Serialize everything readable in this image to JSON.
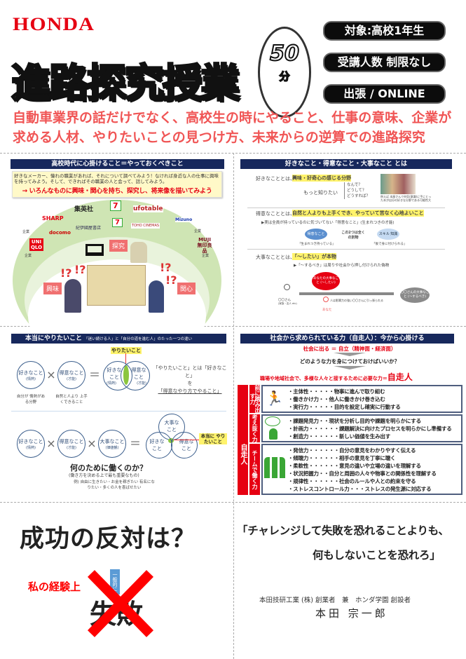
{
  "header": {
    "brand": "HONDA",
    "title": "進路探究授業",
    "duration_number": "50",
    "duration_unit": "分",
    "pills": [
      "対象:高校1年生",
      "受講人数 制限なし",
      "出張 / ONLINE"
    ],
    "lead": "自動車業界の話だけでなく、高校生の時にやること、仕事の意味、企業が求める人材、やりたいことの見つけ方、未来からの逆算での進路探究"
  },
  "panel1": {
    "heading": "高校時代に心掛けること＝やっておくべきこと",
    "intro": "好きなメーカー、憧れの職業があれば、それについて調べてみよう！なければ身近な人の仕事に興味を持ってみよう。そして、できればその職業の人と会って、話してみよう。",
    "arrow_text": "→ いろんなものに興味・関心を持ち、探究し、将来像を描いてみよう",
    "logos": [
      "集英社",
      "7",
      "ufotable",
      "SHARP",
      "紀伊國屋書店",
      "TOHO CINEMAS",
      "Mizuno",
      "docomo",
      "UNI QLO",
      "MUJI 無印良品"
    ],
    "company_label": "企業",
    "tags": [
      "探究",
      "興味",
      "関心"
    ],
    "marks": "!?"
  },
  "panel2": {
    "heading": "好きなこと・得意なこと・大事なこと とは",
    "like_label": "好きなこととは、",
    "like_hl": "興味・好奇心の感じる分野",
    "want_more": "もっと知りたい",
    "questions": [
      "なんで？",
      "どうして？",
      "どうすれば？"
    ],
    "photo_caption": "例えば 本屋さんで何気(意識)に手にとった本が自分の好きな分野である可能性大",
    "good_label": "得意なこととは、",
    "good_hl": "自然と人よりも上手くでき、やっていて苦なく心地よいこと",
    "good_note": "▶実は全員が持っているのに気づいてない「得意なこと」(生まれつきの才能)",
    "bubble_talent": "得意なこと",
    "bubble_talent_note": "「生まれつき持っている」",
    "middle": "この2つは全くの別物",
    "bubble_skill": "スキル 知識",
    "bubble_skill_note": "「後で身に付けられる」",
    "important_label": "大事なこととは、",
    "important_hl": "「～したい」が本物",
    "important_note": "▶「～するべき」は周りや社会から押し付けられた偽物",
    "your_value": "あなたの大事なこと (〜したい)",
    "other": "〇〇さん",
    "other_sub": "(家族・友人 etc)",
    "you": "あなた",
    "arrow_text": "人は影響力の強い〇〇さんに引っ張られる",
    "other_value": "〇〇さんの大事なこと (〜するべき)"
  },
  "panel3": {
    "heading": "本当にやりたいこと",
    "heading_sub": "「迷い続ける人」と「自分の道を進む人」のたった一つの違い",
    "like": "好きなこと",
    "like_sub": "(情熱)",
    "good": "得意なこと",
    "good_sub": "(才能)",
    "important": "大事なこと",
    "important_sub": "(価値観)",
    "times": "×",
    "equals": "＝",
    "want": "やりたいこと",
    "like_note": "自分が 情熱がある分野",
    "good_note": "自然と人より 上手くできること",
    "def1": "「やりたいこと」とは「好きなこと」",
    "def2": "を",
    "def3": "「得意なやり方でやること」",
    "true_want": "本当に やりたいこと",
    "why": "何のために働くのか？",
    "why_sub": "(働き方を決める上で最も重要なもの)",
    "examples": "例) 自由に生きたい・お金を稼ぎたい 有名になりたい・多くの人を喜ばせたい"
  },
  "panel4": {
    "heading": "社会から求められている力（自走人）：今から心掛ける",
    "line1": "社会に出る ＝ 自立（精神面・経済面）",
    "line2": "どのような力を身につけておけばいいか？",
    "line3": "職場や地域社会で、多様な人々と接するために必要な力＝",
    "line3_big": "自走人",
    "side": "自走人",
    "groups": [
      {
        "label": "前に踏み出す力",
        "items": [
          "・主体性・・・・・物事に進んで取り組む",
          "・働きかけ力・・他人に働きかけ巻き込む",
          "・実行力・・・・・目的を設定し確実に行動する"
        ]
      },
      {
        "label": "考え抜く力",
        "items": [
          "・課題発見力・・現状を分析し目的や課題を明らかにする",
          "・計画力・・・・・・課題解決に向けたプロセスを明らかにし準備する",
          "・創造力・・・・・・新しい価値を生み出す"
        ]
      },
      {
        "label": "チームで働く力",
        "items": [
          "・発信力・・・・・・自分の意見をわかりやすく伝える",
          "・傾聴力・・・・・・相手の意見を丁寧に聴く",
          "・柔軟性・・・・・・意見の違いや立場の違いを理解する",
          "・状況把握力・・自分と周囲の人々や物事との関係性を理解する",
          "・規律性・・・・・・社会のルールや人との約束を守る",
          "・ストレスコントロール力・・・ストレスの発生源に対応する"
        ]
      }
    ]
  },
  "bottom_left": {
    "question": "成功の反対は？",
    "general": "一般的に",
    "experience": "私の経験上",
    "failure": "失敗"
  },
  "bottom_right": {
    "quote1": "「チャレンジして失敗を恐れることよりも、",
    "quote2": "何もしないことを恐れろ」",
    "attribution": "本田技研工業 (株) 創業者　兼　ホンダ学園 創設者",
    "signature": "本田 宗一郎"
  },
  "colors": {
    "navy": "#17285c",
    "red": "#e60012",
    "lead": "#f05555",
    "highlight": "#fff36b",
    "green": "#3aa635"
  }
}
